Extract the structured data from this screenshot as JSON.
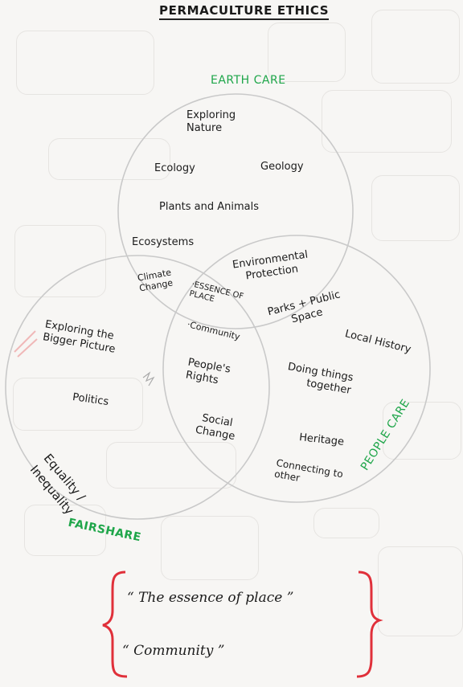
{
  "title": "PERMACULTURE ETHICS",
  "circles": {
    "earth_care": "EARTH CARE",
    "people_care": "PEOPLE CARE",
    "fair_share": "FAIRSHARE"
  },
  "earth_care_items": {
    "exploring_nature": "Exploring\nNature",
    "ecology": "Ecology",
    "geology": "Geology",
    "plants_animals": "Plants and Animals",
    "ecosystems": "Ecosystems"
  },
  "overlap_earth_people": {
    "environmental_protection": "Environmental\nProtection",
    "parks_public_space": "Parks + Public\nSpace"
  },
  "overlap_earth_fair": {
    "climate_change": "Climate\nChange"
  },
  "centre": {
    "essence_of_place": "·ESSENCE OF\nPLACE",
    "community": "·Community"
  },
  "fair_share_items": {
    "bigger_picture": "Exploring the\nBigger Picture",
    "politics": "Politics",
    "equality": "Equality /\nInequality"
  },
  "overlap_fair_people": {
    "peoples_rights": "People's\nRights",
    "social_change": "Social\nChange"
  },
  "people_care_items": {
    "local_history": "Local History",
    "doing_things_together": "Doing things\ntogether",
    "heritage": "Heritage",
    "connecting": "Connecting to\nother"
  },
  "quotes": {
    "essence": "“ The essence of place ”",
    "community": "“ Community ”"
  },
  "colors": {
    "green_label": "#1fa64a",
    "red_brace": "#e0303a",
    "circle_stroke": "#c9c9c9"
  }
}
